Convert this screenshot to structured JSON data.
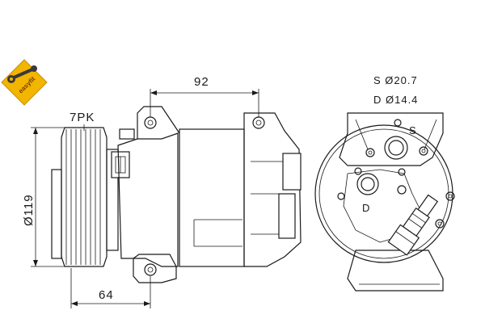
{
  "logo": {
    "text": "easyfit",
    "color": "#f2b500"
  },
  "side_view": {
    "belt_label": "7PK",
    "diameter_label": "Ø119",
    "width_label": "92",
    "depth_label": "64"
  },
  "rear_view": {
    "suction_line": "S  Ø20.7",
    "discharge_line": "D  Ø14.4",
    "s_port_label": "S",
    "d_port_label": "D"
  }
}
